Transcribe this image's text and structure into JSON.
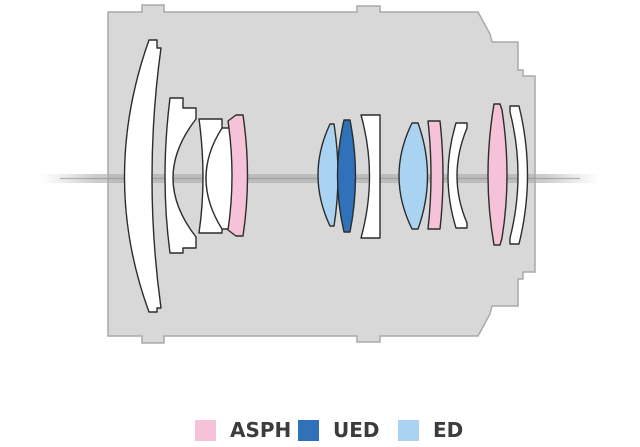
{
  "diagram": {
    "colors": {
      "housing_fill": "#d8d8d8",
      "housing_stroke": "#a9a9a9",
      "lens_outline": "#2c2c2c",
      "plain_glass": "#ffffff",
      "optical_axis": "#9a9a9a"
    },
    "elements": [
      {
        "type": "plain"
      },
      {
        "type": "plain"
      },
      {
        "type": "plain"
      },
      {
        "type": "plain"
      },
      {
        "type": "ASPH"
      },
      {
        "type": "ED"
      },
      {
        "type": "UED"
      },
      {
        "type": "plain"
      },
      {
        "type": "ED"
      },
      {
        "type": "ASPH"
      },
      {
        "type": "plain"
      },
      {
        "type": "ASPH"
      },
      {
        "type": "plain"
      }
    ]
  },
  "legend": {
    "items": [
      {
        "key": "ASPH",
        "label": "ASPH",
        "color": "#f5c2d7"
      },
      {
        "key": "UED",
        "label": "UED",
        "color": "#2f72ba"
      },
      {
        "key": "ED",
        "label": "ED",
        "color": "#a9d3f1"
      }
    ]
  }
}
